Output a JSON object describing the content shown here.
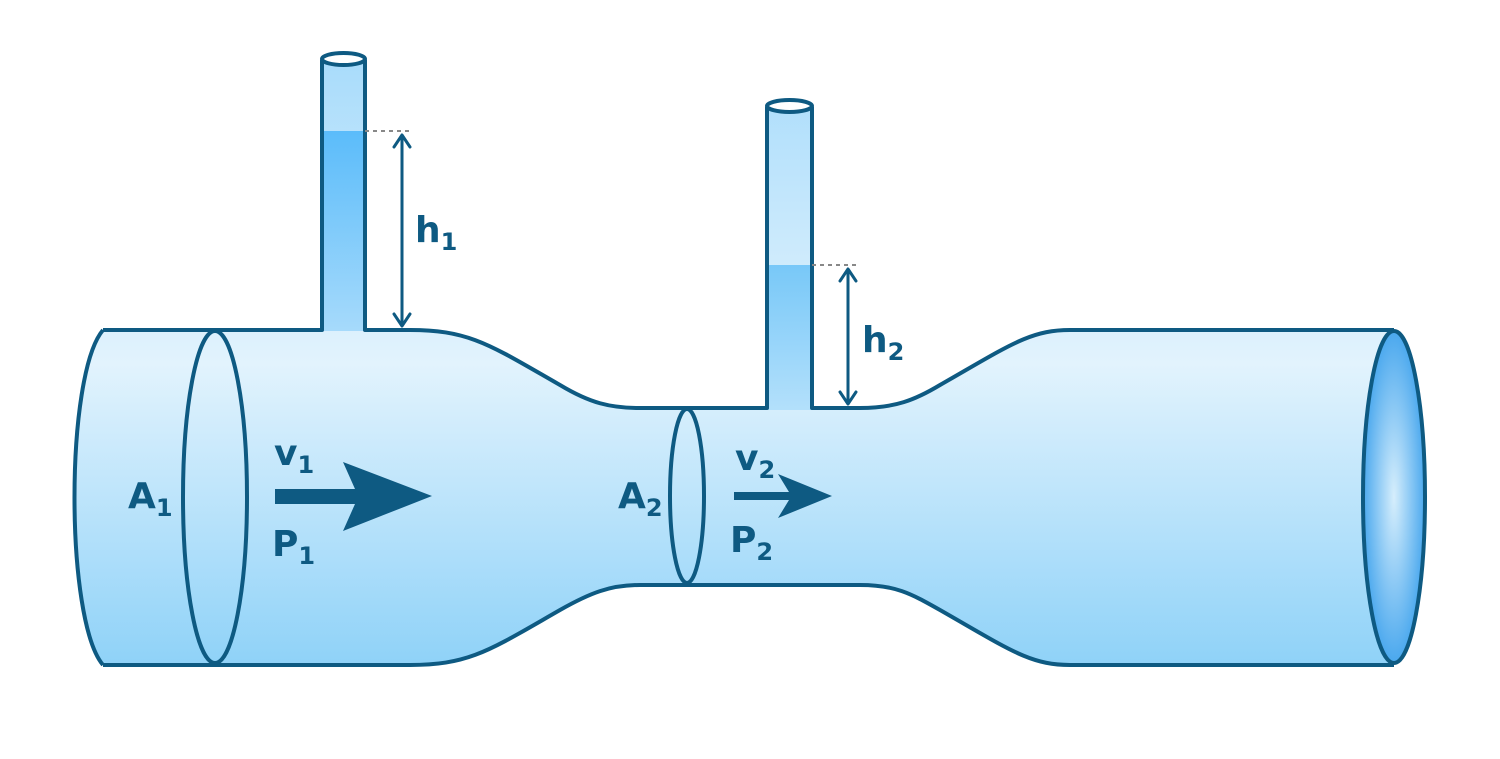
{
  "labels": {
    "A1": {
      "main": "A",
      "sub": "1"
    },
    "A2": {
      "main": "A",
      "sub": "2"
    },
    "v1": {
      "main": "v",
      "sub": "1"
    },
    "v2": {
      "main": "v",
      "sub": "2"
    },
    "P1": {
      "main": "P",
      "sub": "1"
    },
    "P2": {
      "main": "P",
      "sub": "2"
    },
    "h1": {
      "main": "h",
      "sub": "1"
    },
    "h2": {
      "main": "h",
      "sub": "2"
    }
  },
  "colors": {
    "outline": "#0e5a82",
    "fluid_light": "#dff1fd",
    "fluid_mid": "#b3e0fb",
    "fluid_dark": "#79c9f5",
    "column_top": "#5bbcfa",
    "arrow": "#0e5a82"
  }
}
